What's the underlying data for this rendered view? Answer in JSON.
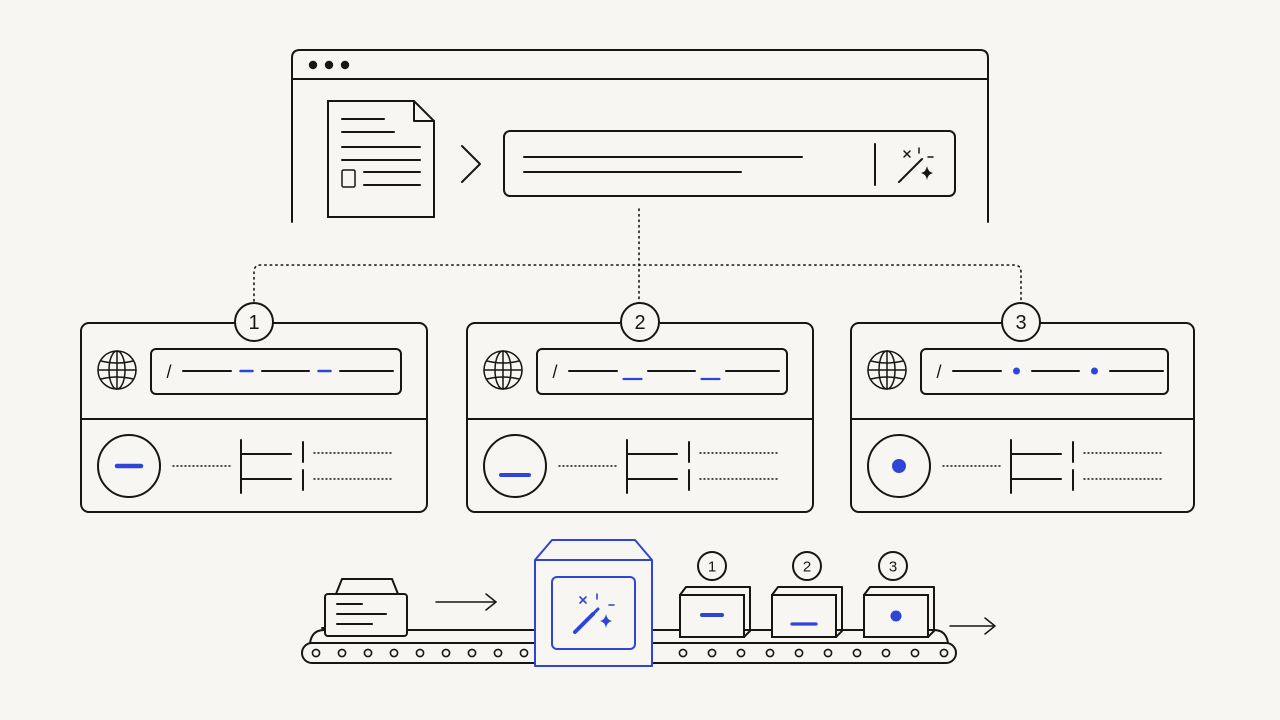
{
  "colors": {
    "background": "#f7f6f2",
    "ink": "#161616",
    "accent": "#2f45d8"
  },
  "icons": {
    "window_controls": "three-dots-icon",
    "document": "document-icon",
    "arrow": "chevron-right-icon",
    "magic": "magic-wand-icon",
    "globe": "globe-icon"
  },
  "branches": [
    {
      "badge": "1",
      "slash": "/",
      "variant": "dash"
    },
    {
      "badge": "2",
      "slash": "/",
      "variant": "underscore"
    },
    {
      "badge": "3",
      "slash": "/",
      "variant": "dot"
    }
  ],
  "conveyor": {
    "outputs": [
      {
        "badge": "1",
        "variant": "dash"
      },
      {
        "badge": "2",
        "variant": "underscore"
      },
      {
        "badge": "3",
        "variant": "dot"
      }
    ]
  }
}
